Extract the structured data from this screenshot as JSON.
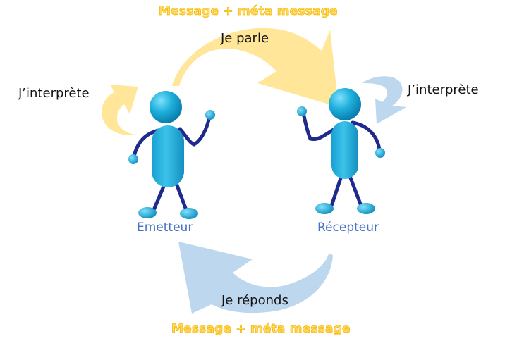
{
  "diagram": {
    "top_meta_label": "Message + méta message",
    "bottom_meta_label": "Message + méta message",
    "speak_label": "Je parle",
    "reply_label": "Je réponds",
    "left_interpret_label": "J’interprète",
    "right_interpret_label": "J’interprète",
    "sender_label": "Emetteur",
    "receiver_label": "Récepteur",
    "colors": {
      "yellow_arrow": "#ffe699",
      "blue_arrow": "#bdd7ee",
      "figure_body": "#1fa8d6",
      "figure_limbs": "#1f2a8c",
      "role_text": "#4472c4",
      "meta_text": "#ffd966"
    }
  }
}
